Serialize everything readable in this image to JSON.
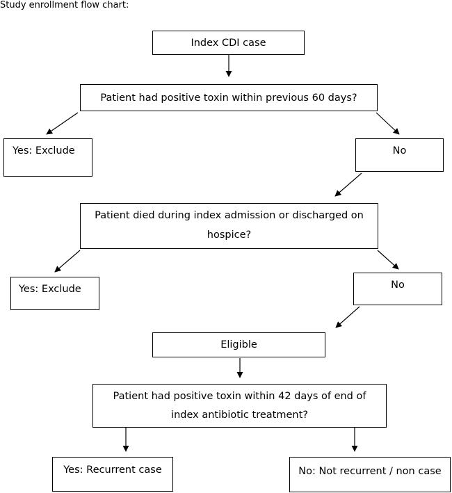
{
  "caption": "Study enrollment flow chart:",
  "nodes": {
    "index_case": "Index CDI case",
    "q_prior_toxin": "Patient had positive toxin within previous 60 days?",
    "prior_toxin_yes": "Yes: Exclude",
    "prior_toxin_no": "No",
    "q_died_hospice_line1": "Patient died during index admission or discharged on",
    "q_died_hospice_line2": "hospice?",
    "died_hospice_yes": "Yes: Exclude",
    "died_hospice_no": "No",
    "eligible": "Eligible",
    "q_recurrence_line1": "Patient had positive toxin within 42 days of end of",
    "q_recurrence_line2": "index antibiotic treatment?",
    "recurrent_yes": "Yes: Recurrent case",
    "recurrent_no": "No: Not recurrent / non case"
  }
}
